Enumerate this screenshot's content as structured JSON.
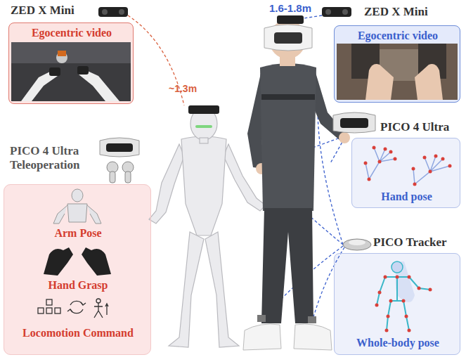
{
  "diagram": {
    "nodes": [
      {
        "text": [
          "ZED X Mini",
          "Egocentric video"
        ]
      },
      {
        "text": [
          "ZED X Mini",
          "Egocentric video"
        ]
      },
      {
        "text": [
          "PICO 4 Ultra",
          "Hand pose"
        ]
      },
      {
        "text": [
          "PICO Tracker",
          "Whole-body pose"
        ]
      },
      {
        "text": [
          "PICO 4 Ultra Teleoperation",
          "Arm Pose",
          "Hand Grasp",
          "Locomotion Command"
        ]
      }
    ],
    "labels": [
      "~1.3m",
      "1.6-1.8m"
    ]
  }
}
